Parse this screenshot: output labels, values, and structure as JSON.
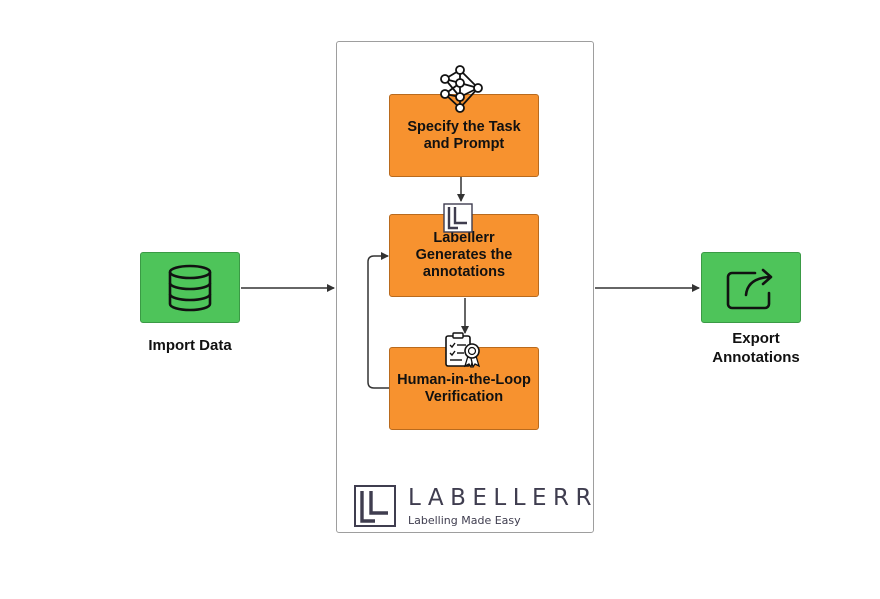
{
  "diagram": {
    "import_node": {
      "icon": "database-icon",
      "caption": "Import Data"
    },
    "export_node": {
      "icon": "share-export-icon",
      "caption": "Export\nAnnotations"
    },
    "pipeline": {
      "steps": [
        {
          "label": "Specify the Task\nand Prompt",
          "icon": "neural-network-icon"
        },
        {
          "label": "Labellerr\nGenerates the\nannotations",
          "icon": "labellerr-logo-icon"
        },
        {
          "label": "Human-in-the-Loop\nVerification",
          "icon": "certified-checklist-icon"
        }
      ]
    },
    "brand": {
      "name": "LABELLERR",
      "tagline": "Labelling Made Easy"
    },
    "colors": {
      "input_output": "#4ec45a",
      "step": "#f7922f",
      "connector": "#333333",
      "brand": "#3f3d4f"
    }
  }
}
